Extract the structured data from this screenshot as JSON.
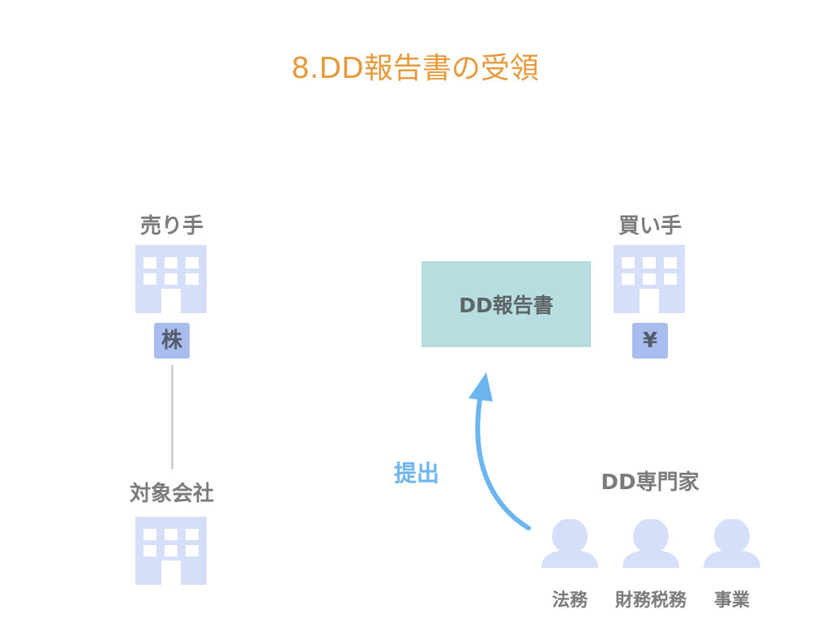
{
  "title": "8.DD報告書の受領",
  "seller": {
    "label": "売り手",
    "badge": "株"
  },
  "buyer": {
    "label": "買い手",
    "badge": "¥"
  },
  "target": {
    "label": "対象会社"
  },
  "report": {
    "label": "DD報告書"
  },
  "arrow": {
    "label": "提出"
  },
  "experts": {
    "label": "DD専門家",
    "items": [
      {
        "label": "法務"
      },
      {
        "label": "財務税務"
      },
      {
        "label": "事業"
      }
    ]
  },
  "colors": {
    "title": "#e69a3c",
    "building": "#d5dffa",
    "badge": "#a9bcee",
    "report": "#b8dde0",
    "arrow": "#6db5ee",
    "person": "#d5dffa",
    "text": "#7b7b7b"
  }
}
